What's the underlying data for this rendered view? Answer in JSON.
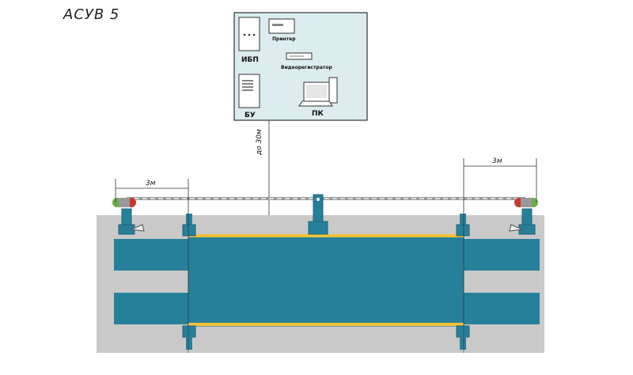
{
  "title": "АСУВ 5",
  "control_room": {
    "items": {
      "ups": "ИБП",
      "printer": "Принтер",
      "dvr": "Видеорегистратор",
      "control_unit": "БУ",
      "pc": "ПК"
    }
  },
  "dimensions": {
    "cable_length": "до 30м",
    "left_distance": "3м",
    "right_distance": "3м"
  },
  "colors": {
    "platform": "#27809a",
    "base": "#c9c9c9",
    "panel": "#dcecef",
    "rail": "#f0c23a",
    "light_green": "#6bb046",
    "light_red": "#c8372d"
  }
}
